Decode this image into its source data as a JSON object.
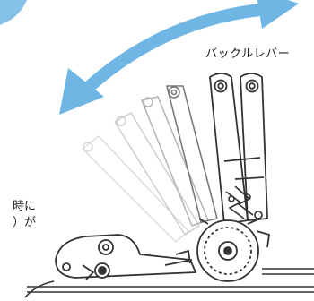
{
  "diagram": {
    "lever_label": "バックルレバー",
    "caption_line1": "時に",
    "caption_line2": "）が",
    "arrow_color": "#6fb6e4",
    "line_color": "#333333",
    "ghost_color": "#c7c7c7",
    "icons": [
      "double-arrow-icon",
      "buckle-lever-icon",
      "ratchet-gear-icon"
    ]
  }
}
